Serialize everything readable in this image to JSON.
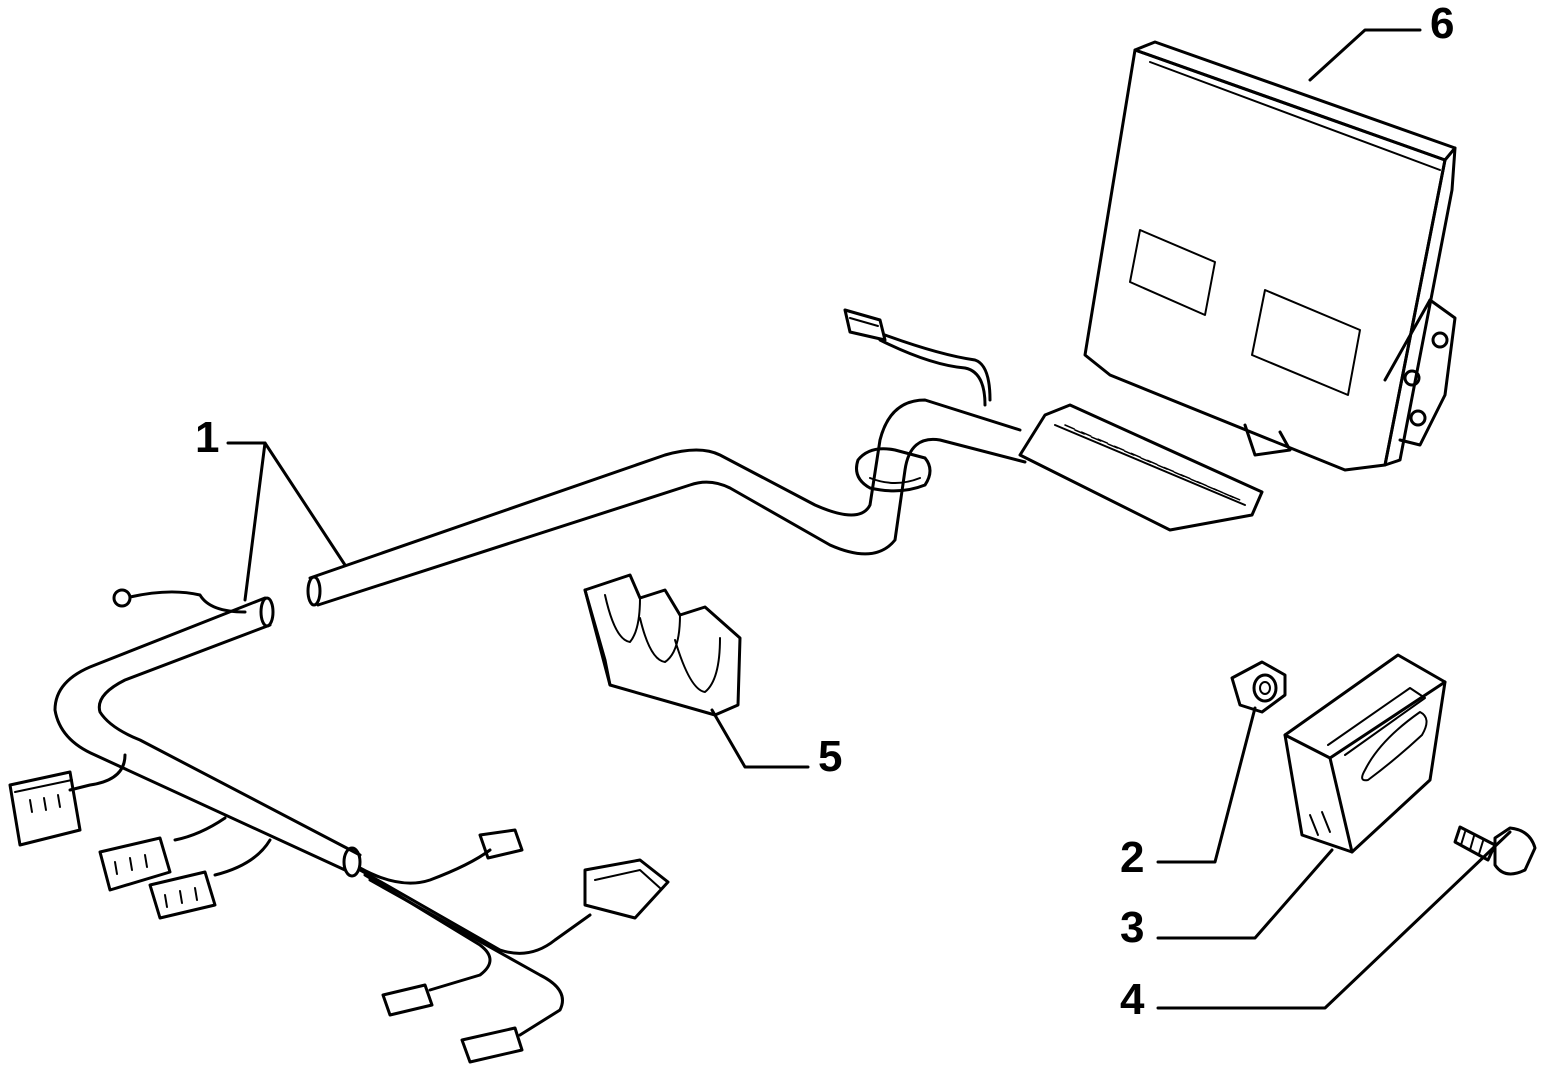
{
  "callouts": {
    "c1": "1",
    "c2": "2",
    "c3": "3",
    "c4": "4",
    "c5": "5",
    "c6": "6"
  },
  "parts": [
    {
      "ref": "1",
      "name": "wiring-harness"
    },
    {
      "ref": "2",
      "name": "nut"
    },
    {
      "ref": "3",
      "name": "rubber-mount"
    },
    {
      "ref": "4",
      "name": "screw"
    },
    {
      "ref": "5",
      "name": "harness-clip"
    },
    {
      "ref": "6",
      "name": "control-unit"
    }
  ],
  "colors": {
    "ink": "#000000",
    "paper": "#ffffff"
  }
}
